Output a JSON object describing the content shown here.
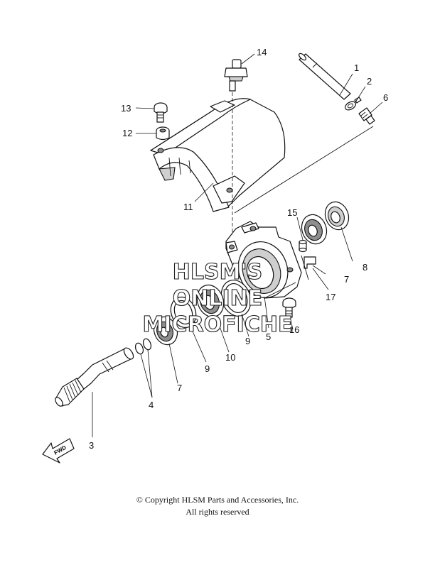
{
  "callouts": {
    "c1": "1",
    "c2": "2",
    "c3": "3",
    "c4": "4",
    "c5": "5",
    "c6": "6",
    "c7a": "7",
    "c7b": "7",
    "c8": "8",
    "c9a": "9",
    "c9b": "9",
    "c10": "10",
    "c11": "11",
    "c12": "12",
    "c13": "13",
    "c14": "14",
    "c15": "15",
    "c16": "16",
    "c17": "17"
  },
  "fwd_label": "FWD",
  "watermark": {
    "line1": "HLSM'S",
    "line2": "ONLINE",
    "line3": "MICROFICHE"
  },
  "copyright": {
    "line1": "© Copyright HLSM Parts and Accessories, Inc.",
    "line2": "All rights reserved"
  }
}
